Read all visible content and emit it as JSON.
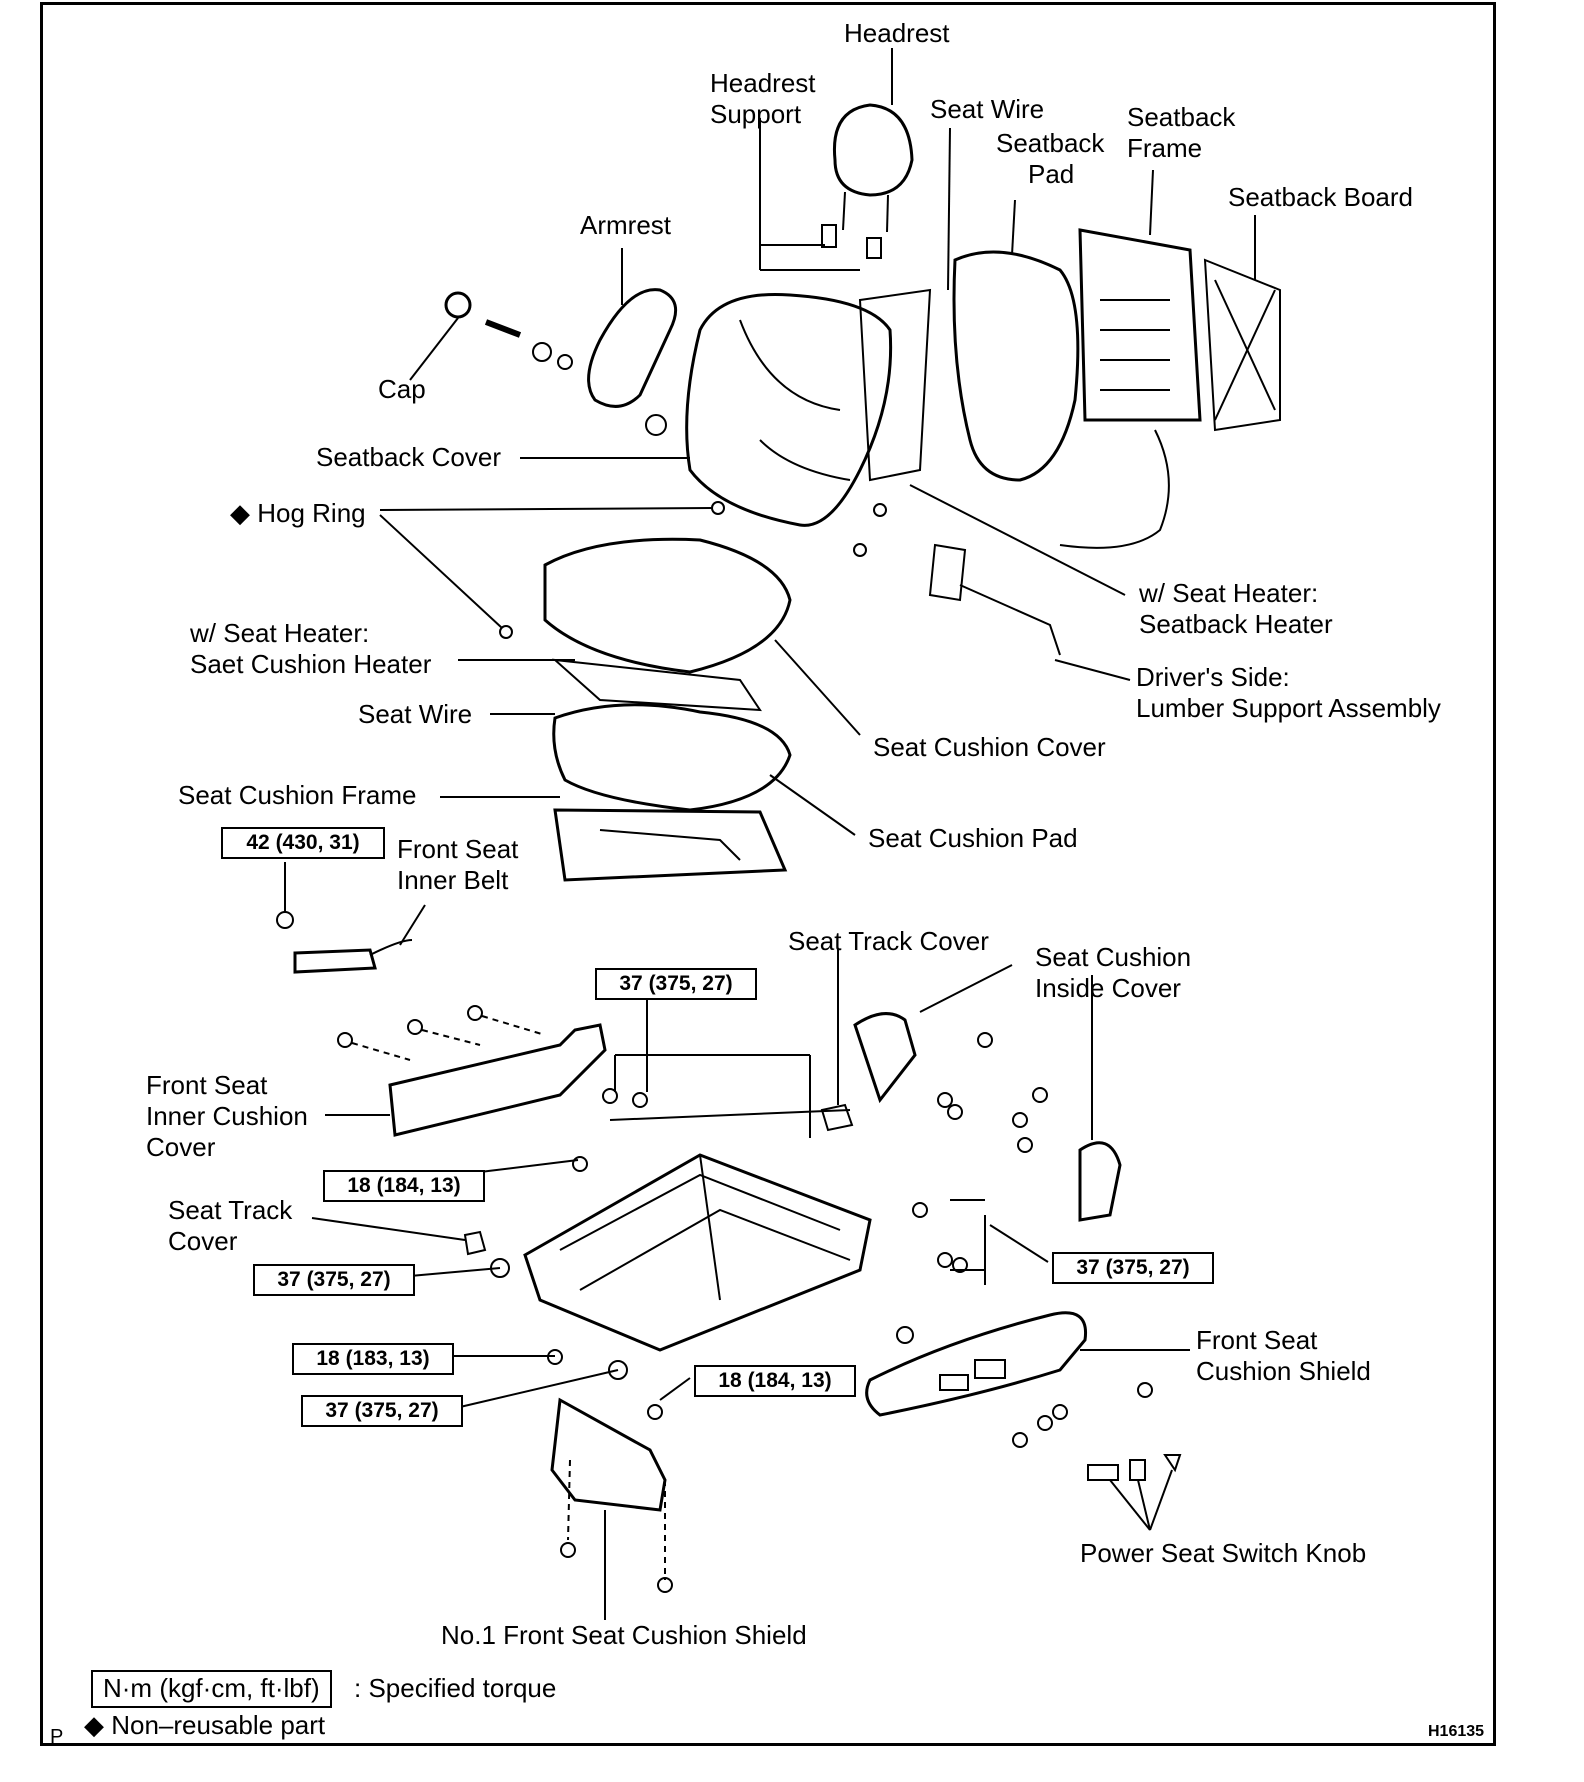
{
  "labels": {
    "headrest": "Headrest",
    "headrest_support": [
      "Headrest",
      "Support"
    ],
    "seat_wire_top": "Seat Wire",
    "seatback_pad": [
      "Seatback",
      "Pad"
    ],
    "seatback_frame": [
      "Seatback",
      "Frame"
    ],
    "seatback_board": "Seatback Board",
    "armrest": "Armrest",
    "cap": "Cap",
    "seatback_cover": "Seatback Cover",
    "hog_ring": "◆ Hog Ring",
    "seatback_heater": [
      "w/ Seat Heater:",
      "Seatback Heater"
    ],
    "cushion_heater": [
      "w/ Seat Heater:",
      "Saet Cushion Heater"
    ],
    "lumber_support": [
      "Driver's Side:",
      "Lumber Support Assembly"
    ],
    "seat_wire_mid": "Seat Wire",
    "seat_cushion_cover": "Seat Cushion Cover",
    "seat_cushion_frame": "Seat Cushion Frame",
    "seat_cushion_pad": "Seat Cushion Pad",
    "inner_belt": [
      "Front Seat",
      "Inner Belt"
    ],
    "seat_track_cover_top": "Seat Track Cover",
    "cushion_inside_cover": [
      "Seat Cushion",
      "Inside Cover"
    ],
    "inner_cushion_cover": [
      "Front Seat",
      "Inner Cushion",
      "Cover"
    ],
    "seat_track_cover_left": [
      "Seat Track",
      "Cover"
    ],
    "front_seat_cushion_shield": [
      "Front Seat",
      "Cushion Shield"
    ],
    "power_seat_switch_knob": "Power Seat Switch Knob",
    "no1_cushion_shield": "No.1 Front Seat Cushion Shield"
  },
  "torques": {
    "belt": "42 (430, 31)",
    "top": "37 (375, 27)",
    "left_18": "18 (184, 13)",
    "right_37": "37 (375, 27)",
    "left_37": "37 (375, 27)",
    "left_18b": "18 (183, 13)",
    "bottom_37": "37 (375, 27)",
    "bottom_18": "18 (184, 13)"
  },
  "legend": {
    "torque_unit": "N·m (kgf·cm, ft·lbf)",
    "torque_text": ": Specified torque",
    "nonreusable": "◆ Non–reusable part",
    "corner_letter": "P",
    "figure_code": "H16135"
  }
}
